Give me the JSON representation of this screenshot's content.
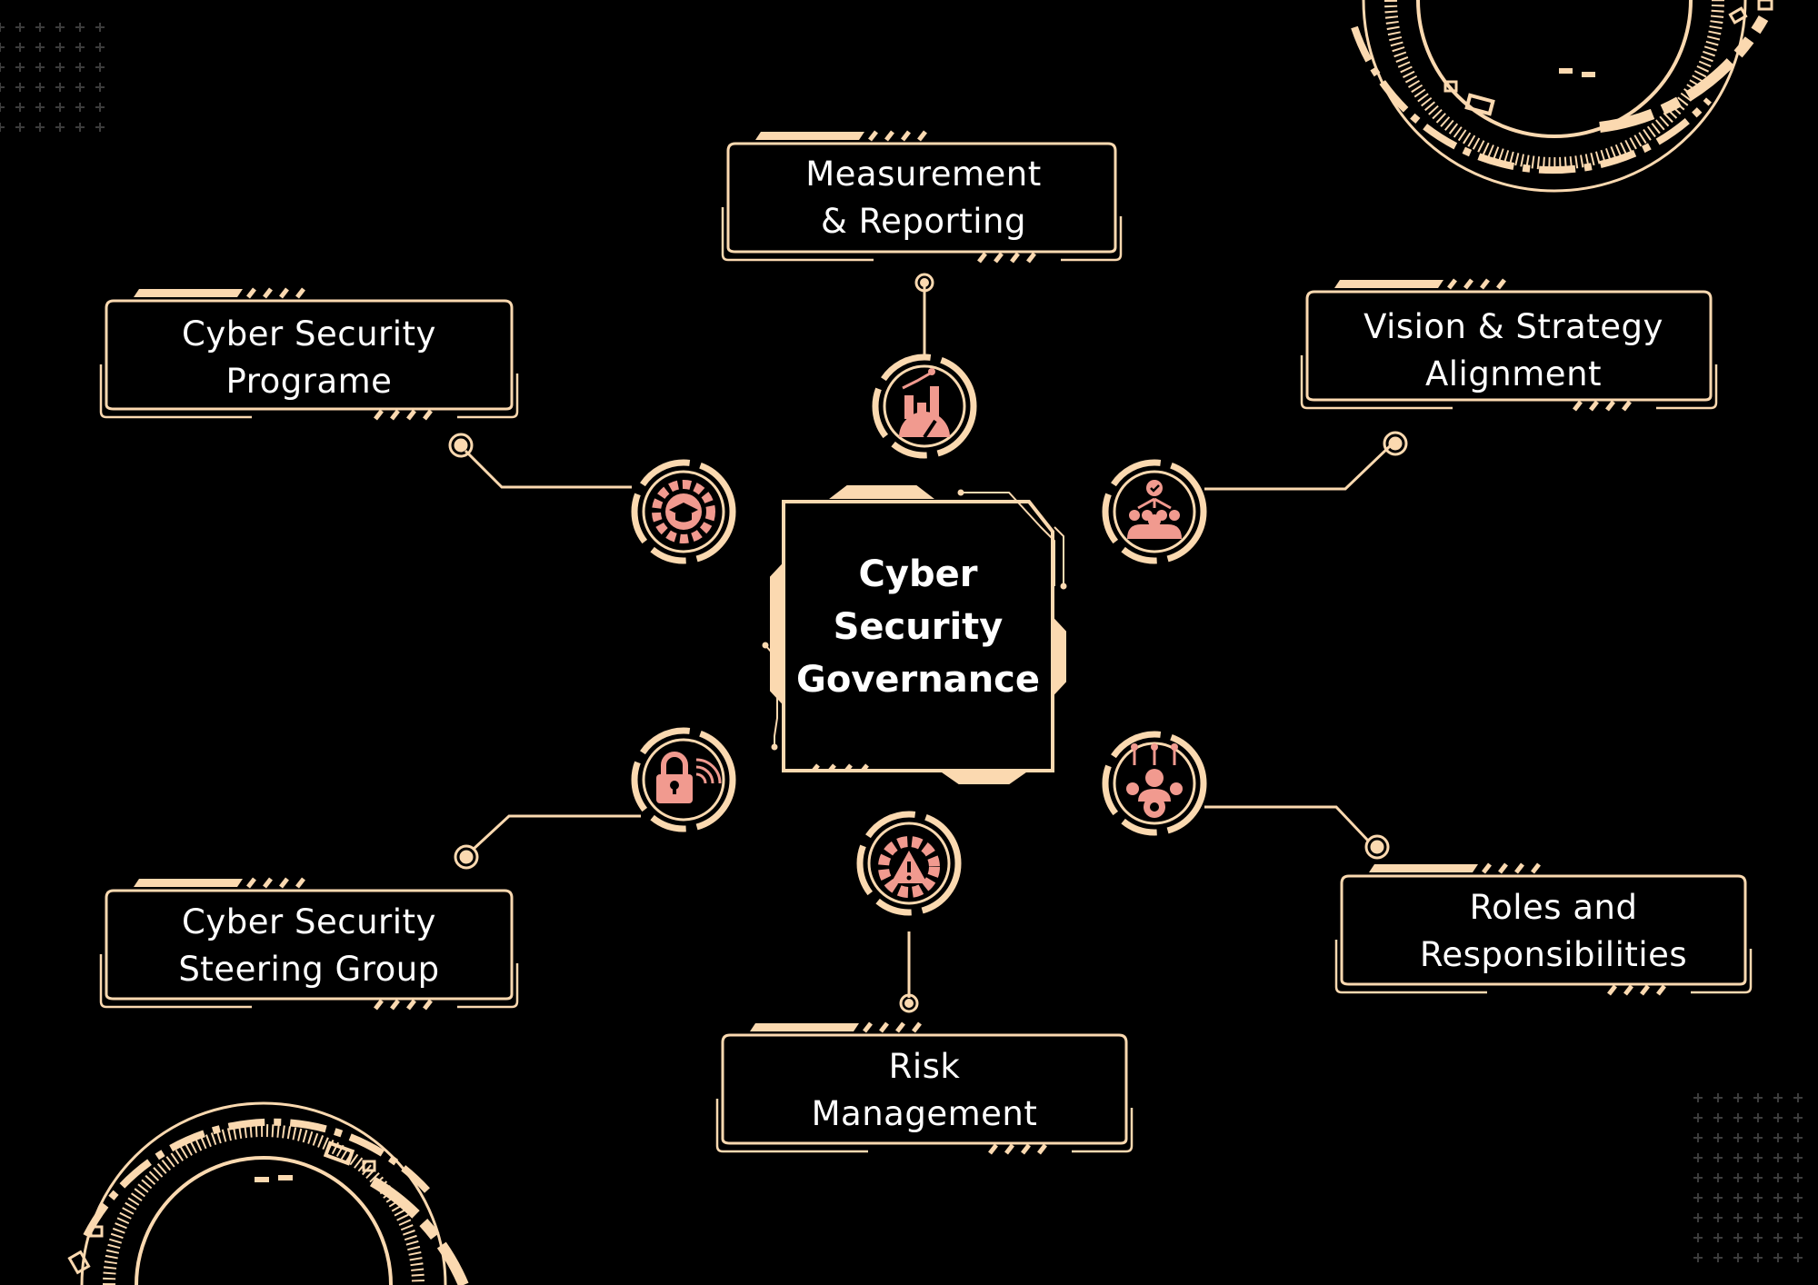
{
  "colors": {
    "background": "#000000",
    "accent": "#fbd9b0",
    "icon_fill": "#f19a8f",
    "text": "#ffffff",
    "dots": "#3a3a3a"
  },
  "center": {
    "lines": [
      "Cyber",
      "Security",
      "Governance"
    ]
  },
  "nodes": [
    {
      "id": "measurement",
      "lines": [
        "Measurement",
        "& Reporting"
      ],
      "icon": "chart-gauge-icon"
    },
    {
      "id": "vision",
      "lines": [
        "Vision & Strategy",
        "Alignment"
      ],
      "icon": "team-hierarchy-icon"
    },
    {
      "id": "roles",
      "lines": [
        "Roles and",
        "Responsibilities"
      ],
      "icon": "people-gear-icon"
    },
    {
      "id": "risk",
      "lines": [
        "Risk",
        "Management"
      ],
      "icon": "gear-warning-icon"
    },
    {
      "id": "steering",
      "lines": [
        "Cyber Security",
        "Steering Group"
      ],
      "icon": "lock-wireless-icon"
    },
    {
      "id": "programe",
      "lines": [
        "Cyber Security",
        "Programe"
      ],
      "icon": "gear-graduation-cap-icon"
    }
  ]
}
